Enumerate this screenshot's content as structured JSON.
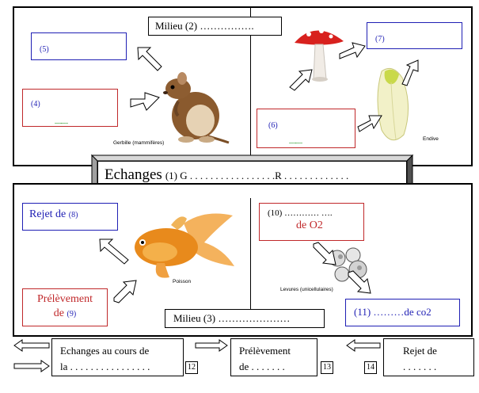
{
  "top_panel": {
    "milieu_label": "Milieu (2) …………….",
    "box5": "(5)",
    "box4": "(4)",
    "box7": "(7)",
    "box6": "(6)",
    "caption_gerbille": "Gerbille (mammifères)",
    "caption_endive": "Endive",
    "squiggle": "﹏﹏"
  },
  "banner": {
    "title": "Echanges",
    "subtitle": "(1) G . . . . . . . . . . . . . . . . .R . . . . . . . . . . . . ."
  },
  "bottom_panel": {
    "box8_text": "Rejet de",
    "box8_num": "(8)",
    "box9_line1": "Prélèvement",
    "box9_line2": "de",
    "box9_num": "(9)",
    "box10_line1": "(10)  ………… ….",
    "box10_line2": "de O2",
    "box11": "(11)  ………de co2",
    "milieu_label": "Milieu  (3) …………………",
    "caption_poisson": "Poisson",
    "caption_levures": "Levures (unicellulaires)"
  },
  "legend": {
    "box12_line1": "Echanges au cours de",
    "box12_line2": "la . . . . . . . . . . . . . . . .",
    "box12_num": "12",
    "box13_line1": "Prélèvement",
    "box13_line2": "de  . . . . . . .",
    "box13_num": "13",
    "box14_line1": "Rejet  de",
    "box14_line2": ". . . . . . .",
    "box14_num": "14"
  },
  "colors": {
    "blue": "#1f1fb4",
    "red": "#c0282a",
    "squiggle": "#2e9a2e"
  }
}
